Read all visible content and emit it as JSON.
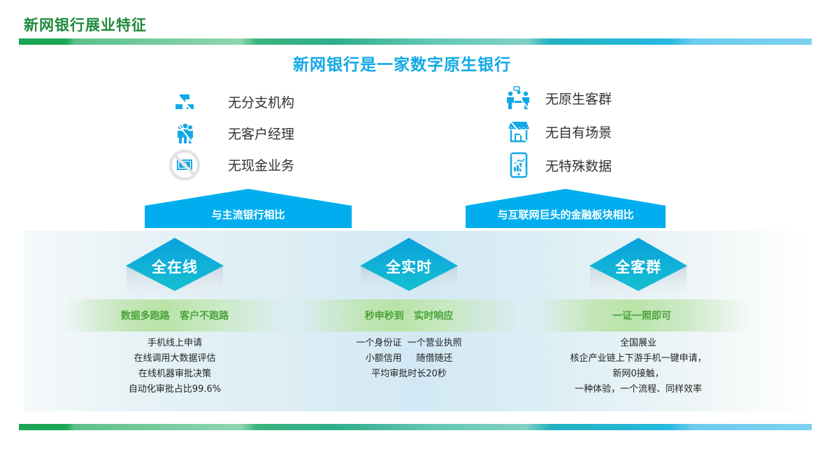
{
  "page": {
    "title": "新网银行展业特征",
    "subtitle": "新网银行是一家数字原生银行"
  },
  "features_left": [
    {
      "icon": "no-branch-icon",
      "label": "无分支机构"
    },
    {
      "icon": "no-account-manager-icon",
      "label": "无客户经理"
    },
    {
      "icon": "no-cash-icon",
      "label": "无现金业务"
    }
  ],
  "features_right": [
    {
      "icon": "no-native-customers-icon",
      "label": "无原生客群"
    },
    {
      "icon": "no-own-scenario-icon",
      "label": "无自有场景"
    },
    {
      "icon": "no-special-data-icon",
      "label": "无特殊数据"
    }
  ],
  "comparisons": [
    {
      "label": "与主流银行相比"
    },
    {
      "label": "与互联网巨头的金融板块相比"
    }
  ],
  "pillars": [
    {
      "title": "全在线",
      "tagline": "数据多跑路   客户不跑路",
      "lines": [
        "手机线上申请",
        "在线调用大数据评估",
        "在线机器审批决策",
        "自动化审批占比99.6%"
      ]
    },
    {
      "title": "全实时",
      "tagline": "秒申秒到   实时响应",
      "lines": [
        "一个身份证  一个营业执照",
        "小额信用     随借随还",
        "平均审批时长20秒"
      ]
    },
    {
      "title": "全客群",
      "tagline": "一证一照即可",
      "lines": [
        "全国展业",
        "核企产业链上下游手机一键申请，",
        "新网0接触，",
        "一种体验，一个流程、同样效率"
      ]
    }
  ],
  "colors": {
    "title_green": "#1f8a3a",
    "accent_blue": "#12a8e6",
    "roof_blue": "#00aeef",
    "tagline_green": "#4aa43a"
  }
}
